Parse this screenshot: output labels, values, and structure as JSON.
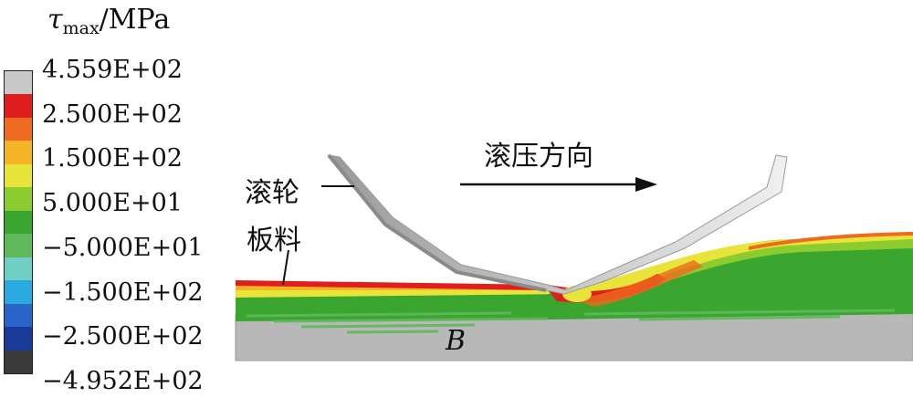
{
  "legend": {
    "title_symbol": "τ",
    "title_subscript": "max",
    "title_unit": "/MPa",
    "ticks": [
      "4.559E+02",
      "2.500E+02",
      "1.500E+02",
      "5.000E+01",
      "−5.000E+01",
      "−1.500E+02",
      "−2.500E+02",
      "−4.952E+02"
    ],
    "colors": [
      "#c8c8c8",
      "#e01e1e",
      "#ee6a1e",
      "#f5b326",
      "#e8e43a",
      "#8ccc2e",
      "#3aa630",
      "#5fb85a",
      "#6fcfc4",
      "#2aa8e0",
      "#2a64c8",
      "#1a3a9a",
      "#3a3a3a"
    ]
  },
  "labels": {
    "roller": "滚轮",
    "sheet": "板料",
    "direction": "滚压方向",
    "point": "B"
  },
  "colors": {
    "roller": "#a8a8a8",
    "base": "#b8b8b8",
    "green": "#3aa630",
    "red": "#e01e1e",
    "yellow": "#e8e43a"
  }
}
